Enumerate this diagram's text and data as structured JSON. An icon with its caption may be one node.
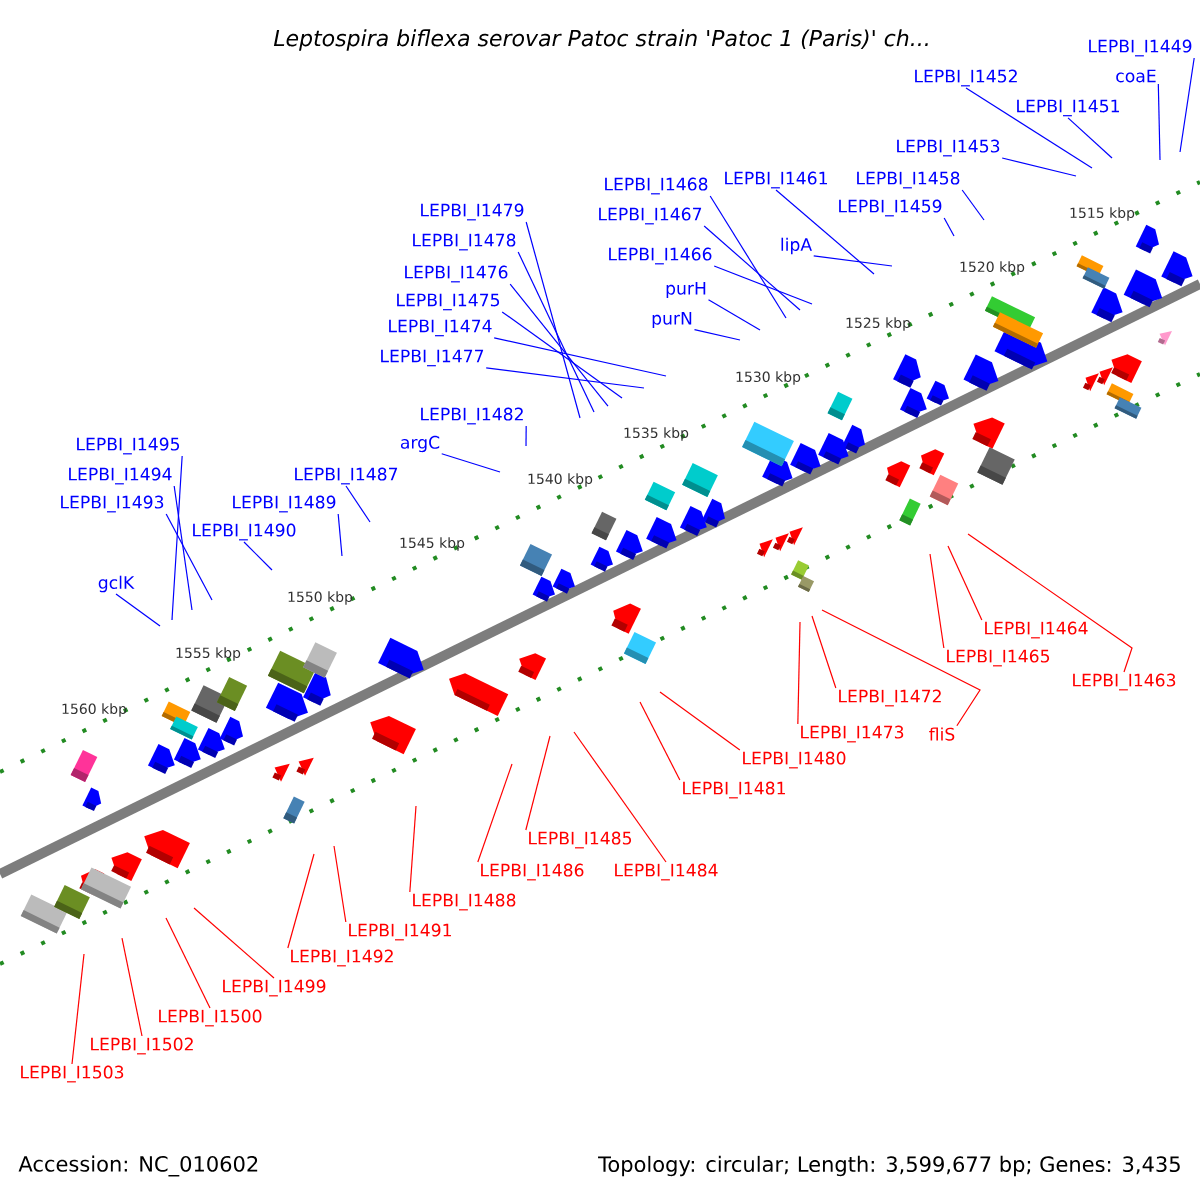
{
  "diagram": {
    "title": "Leptospira biflexa serovar Patoc strain 'Patoc 1 (Paris)' ch...",
    "nodes": [
      {
        "text": [
          "LEPBI_I1449"
        ]
      },
      {
        "text": [
          "coaE"
        ]
      },
      {
        "text": [
          "LEPBI_I1452"
        ]
      },
      {
        "text": [
          "LEPBI_I1451"
        ]
      },
      {
        "text": [
          "LEPBI_I1453"
        ]
      },
      {
        "text": [
          "LEPBI_I1458"
        ]
      },
      {
        "text": [
          "LEPBI_I1461"
        ]
      },
      {
        "text": [
          "LEPBI_I1468"
        ]
      },
      {
        "text": [
          "LEPBI_I1459"
        ]
      },
      {
        "text": [
          "LEPBI_I1479"
        ]
      },
      {
        "text": [
          "LEPBI_I1467"
        ]
      },
      {
        "text": [
          "LEPBI_I1478"
        ]
      },
      {
        "text": [
          "lipA"
        ]
      },
      {
        "text": [
          "LEPBI_I1466"
        ]
      },
      {
        "text": [
          "LEPBI_I1476"
        ]
      },
      {
        "text": [
          "purH"
        ]
      },
      {
        "text": [
          "LEPBI_I1475"
        ]
      },
      {
        "text": [
          "purN"
        ]
      },
      {
        "text": [
          "LEPBI_I1474"
        ]
      },
      {
        "text": [
          "LEPBI_I1477"
        ]
      },
      {
        "text": [
          "LEPBI_I1482"
        ]
      },
      {
        "text": [
          "LEPBI_I1495"
        ]
      },
      {
        "text": [
          "argC"
        ]
      },
      {
        "text": [
          "LEPBI_I1487"
        ]
      },
      {
        "text": [
          "LEPBI_I1494"
        ]
      },
      {
        "text": [
          "LEPBI_I1489"
        ]
      },
      {
        "text": [
          "LEPBI_I1493"
        ]
      },
      {
        "text": [
          "LEPBI_I1490"
        ]
      },
      {
        "text": [
          "gclK"
        ]
      },
      {
        "text": [
          "LEPBI_I1464"
        ]
      },
      {
        "text": [
          "LEPBI_I1465"
        ]
      },
      {
        "text": [
          "LEPBI_I1463"
        ]
      },
      {
        "text": [
          "LEPBI_I1472"
        ]
      },
      {
        "text": [
          "LEPBI_I1473"
        ]
      },
      {
        "text": [
          "fliS"
        ]
      },
      {
        "text": [
          "LEPBI_I1480"
        ]
      },
      {
        "text": [
          "LEPBI_I1481"
        ]
      },
      {
        "text": [
          "LEPBI_I1485"
        ]
      },
      {
        "text": [
          "LEPBI_I1484"
        ]
      },
      {
        "text": [
          "LEPBI_I1486"
        ]
      },
      {
        "text": [
          "LEPBI_I1488"
        ]
      },
      {
        "text": [
          "LEPBI_I1491"
        ]
      },
      {
        "text": [
          "LEPBI_I1492"
        ]
      },
      {
        "text": [
          "LEPBI_I1499"
        ]
      },
      {
        "text": [
          "LEPBI_I1500"
        ]
      },
      {
        "text": [
          "LEPBI_I1502"
        ]
      },
      {
        "text": [
          "LEPBI_I1503"
        ]
      }
    ],
    "edges": [
      {
        "from": 0,
        "to": null,
        "arrow": "none"
      },
      {
        "from": 1,
        "to": null,
        "arrow": "none"
      },
      {
        "from": 2,
        "to": null,
        "arrow": "none"
      },
      {
        "from": 3,
        "to": null,
        "arrow": "none"
      },
      {
        "from": 4,
        "to": null,
        "arrow": "none"
      },
      {
        "from": 5,
        "to": null,
        "arrow": "none"
      },
      {
        "from": 6,
        "to": null,
        "arrow": "none"
      },
      {
        "from": 7,
        "to": null,
        "arrow": "none"
      },
      {
        "from": 8,
        "to": null,
        "arrow": "none"
      },
      {
        "from": 9,
        "to": null,
        "arrow": "none"
      },
      {
        "from": 10,
        "to": null,
        "arrow": "none"
      },
      {
        "from": 11,
        "to": null,
        "arrow": "none"
      },
      {
        "from": 12,
        "to": null,
        "arrow": "none"
      },
      {
        "from": 13,
        "to": null,
        "arrow": "none"
      },
      {
        "from": 14,
        "to": null,
        "arrow": "none"
      },
      {
        "from": 15,
        "to": null,
        "arrow": "none"
      },
      {
        "from": 16,
        "to": null,
        "arrow": "none"
      },
      {
        "from": 17,
        "to": null,
        "arrow": "none"
      },
      {
        "from": 18,
        "to": null,
        "arrow": "none"
      },
      {
        "from": 19,
        "to": null,
        "arrow": "none"
      },
      {
        "from": 20,
        "to": null,
        "arrow": "none"
      },
      {
        "from": 21,
        "to": null,
        "arrow": "none"
      },
      {
        "from": 22,
        "to": null,
        "arrow": "none"
      },
      {
        "from": 23,
        "to": null,
        "arrow": "none"
      },
      {
        "from": 24,
        "to": null,
        "arrow": "none"
      },
      {
        "from": 25,
        "to": null,
        "arrow": "none"
      },
      {
        "from": 26,
        "to": null,
        "arrow": "none"
      },
      {
        "from": 27,
        "to": null,
        "arrow": "none"
      },
      {
        "from": 28,
        "to": null,
        "arrow": "none"
      },
      {
        "from": 29,
        "to": null,
        "arrow": "none",
        "color": "#ff0000"
      },
      {
        "from": 30,
        "to": null,
        "arrow": "none",
        "color": "#ff0000"
      },
      {
        "from": 31,
        "to": null,
        "arrow": "none",
        "color": "#ff0000"
      },
      {
        "from": 32,
        "to": null,
        "arrow": "none",
        "color": "#ff0000"
      },
      {
        "from": 33,
        "to": null,
        "arrow": "none",
        "color": "#ff0000"
      },
      {
        "from": 34,
        "to": null,
        "arrow": "none",
        "color": "#ff0000"
      },
      {
        "from": 35,
        "to": null,
        "arrow": "none",
        "color": "#ff0000"
      },
      {
        "from": 36,
        "to": null,
        "arrow": "none",
        "color": "#ff0000"
      },
      {
        "from": 37,
        "to": null,
        "arrow": "none",
        "color": "#ff0000"
      },
      {
        "from": 38,
        "to": null,
        "arrow": "none",
        "color": "#ff0000"
      },
      {
        "from": 39,
        "to": null,
        "arrow": "none",
        "color": "#ff0000"
      },
      {
        "from": 40,
        "to": null,
        "arrow": "none",
        "color": "#ff0000"
      },
      {
        "from": 41,
        "to": null,
        "arrow": "none",
        "color": "#ff0000"
      },
      {
        "from": 42,
        "to": null,
        "arrow": "none",
        "color": "#ff0000"
      },
      {
        "from": 43,
        "to": null,
        "arrow": "none",
        "color": "#ff0000"
      },
      {
        "from": 44,
        "to": null,
        "arrow": "none",
        "color": "#ff0000"
      },
      {
        "from": 45,
        "to": null,
        "arrow": "none",
        "color": "#ff0000"
      },
      {
        "from": 46,
        "to": null,
        "arrow": "none",
        "color": "#ff0000"
      }
    ],
    "labels": [
      "1515 kbp",
      "1520 kbp",
      "1525 kbp",
      "1530 kbp",
      "1535 kbp",
      "1540 kbp",
      "1545 kbp",
      "1550 kbp",
      "1555 kbp",
      "1560 kbp",
      "Accession: NC_010602",
      "Topology: circular; Length: 3,599,677 bp; Genes: 3,435"
    ]
  }
}
